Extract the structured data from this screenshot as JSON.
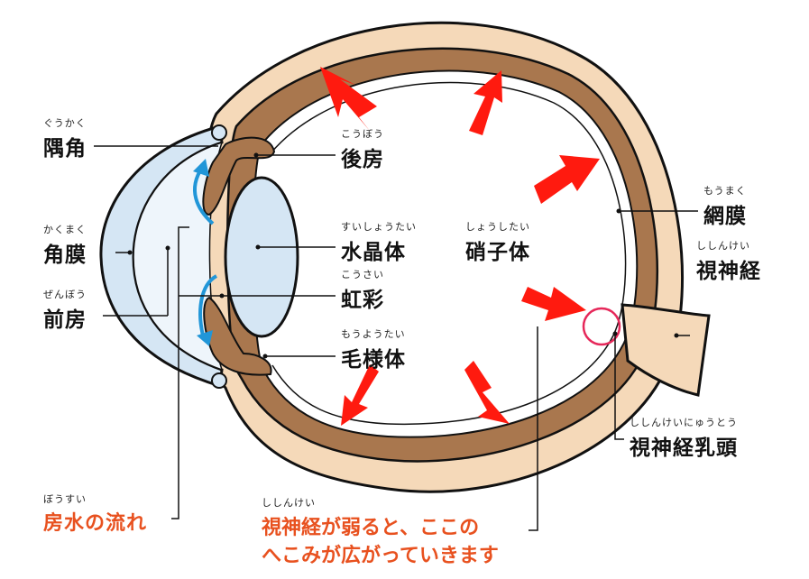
{
  "labels": {
    "guukaku": {
      "ruby": "ぐうかく",
      "term": "隅角"
    },
    "kakumaku": {
      "ruby": "かくまく",
      "term": "角膜"
    },
    "zenbou": {
      "ruby": "ぜんぼう",
      "term": "前房"
    },
    "koubou": {
      "ruby": "こうぼう",
      "term": "後房"
    },
    "suishoutai": {
      "ruby": "すいしょうたい",
      "term": "水晶体"
    },
    "kousai": {
      "ruby": "こうさい",
      "term": "虹彩"
    },
    "mouyoutai": {
      "ruby": "もうようたい",
      "term": "毛様体"
    },
    "shoushitai": {
      "ruby": "しょうしたい",
      "term": "硝子体"
    },
    "moumaku": {
      "ruby": "もうまく",
      "term": "網膜"
    },
    "shishinkei": {
      "ruby": "ししんけい",
      "term": "視神経"
    },
    "nyuutou": {
      "ruby": "ししんけいにゅうとう",
      "term": "視神経乳頭"
    },
    "bousui": {
      "ruby": "ぼうすい",
      "term": "房水の流れ"
    }
  },
  "note": {
    "ruby": "ししんけい",
    "line1": "視神経が弱ると、ここの",
    "line2": "へこみが広がっていきます"
  },
  "colors": {
    "arrow": "#ff1a0f",
    "cornea": "#d5e6f4",
    "tissue": "#a9774e",
    "sclera": "#f5d9b9",
    "flow": "#2196d8",
    "note_text": "#e8511f",
    "highlight_circle": "#e6285a"
  }
}
